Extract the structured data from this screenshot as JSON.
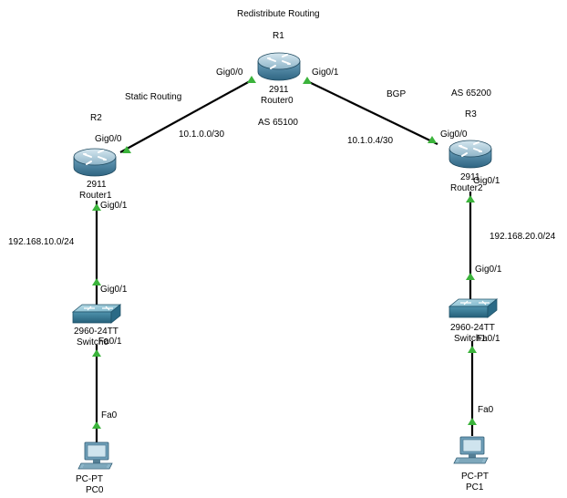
{
  "diagram": {
    "title": "Redistribute Routing",
    "labels": {
      "r1": "R1",
      "r2": "R2",
      "r3": "R3",
      "static_routing": "Static Routing",
      "bgp": "BGP",
      "as_65100": "AS 65100",
      "as_65200": "AS 65200",
      "net_r1_r2": "10.1.0.0/30",
      "net_r1_r3": "10.1.0.4/30",
      "lan_left": "192.168.10.0/24",
      "lan_right": "192.168.20.0/24"
    },
    "devices": {
      "router0": {
        "model": "2911",
        "name": "Router0"
      },
      "router1": {
        "model": "2911",
        "name": "Router1"
      },
      "router2": {
        "model": "2911",
        "name": "Router2"
      },
      "switch0": {
        "model": "2960-24TT",
        "name": "Switch0"
      },
      "switch1": {
        "model": "2960-24TT",
        "name": "Switch1"
      },
      "pc0": {
        "model": "PC-PT",
        "name": "PC0"
      },
      "pc1": {
        "model": "PC-PT",
        "name": "PC1"
      }
    },
    "ports": {
      "r0_gig00": "Gig0/0",
      "r0_gig01": "Gig0/1",
      "r1_gig00": "Gig0/0",
      "r1_gig01": "Gig0/1",
      "r2_gig00": "Gig0/0",
      "r2_gig01": "Gig0/1",
      "sw0_gig01": "Gig0/1",
      "sw0_fa01": "Fa0/1",
      "sw1_gig01": "Gig0/1",
      "sw1_fa01": "Fa0/1",
      "pc0_fa0": "Fa0",
      "pc1_fa0": "Fa0"
    },
    "colors": {
      "link": "#000000",
      "port_up": "#3bb33b",
      "router_top": "#a7c6d6",
      "router_side": "#4f86a3",
      "switch_top": "#8fc3d6",
      "switch_side": "#3e7f9b"
    }
  }
}
